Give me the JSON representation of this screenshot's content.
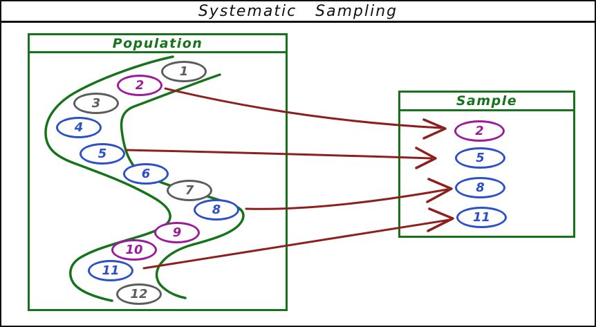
{
  "title": "Systematic Sampling",
  "colors": {
    "green": "#15731a",
    "arrow_red": "#8e1f1f",
    "blue": "#2b50c8",
    "purple": "#9b1b9b",
    "gray": "#5c5c5c",
    "black": "#111111"
  },
  "population": {
    "label": "Population",
    "items": [
      {
        "value": "1",
        "color": "gray"
      },
      {
        "value": "2",
        "color": "purple"
      },
      {
        "value": "3",
        "color": "gray"
      },
      {
        "value": "4",
        "color": "blue"
      },
      {
        "value": "5",
        "color": "blue"
      },
      {
        "value": "6",
        "color": "blue"
      },
      {
        "value": "7",
        "color": "gray"
      },
      {
        "value": "8",
        "color": "blue"
      },
      {
        "value": "9",
        "color": "purple"
      },
      {
        "value": "10",
        "color": "purple"
      },
      {
        "value": "11",
        "color": "blue"
      },
      {
        "value": "12",
        "color": "gray"
      }
    ]
  },
  "sample": {
    "label": "Sample",
    "items": [
      {
        "value": "2",
        "color": "purple"
      },
      {
        "value": "5",
        "color": "blue"
      },
      {
        "value": "8",
        "color": "blue"
      },
      {
        "value": "11",
        "color": "blue"
      }
    ]
  },
  "arrows": [
    {
      "from": "2",
      "to": "2"
    },
    {
      "from": "5",
      "to": "5"
    },
    {
      "from": "8",
      "to": "8"
    },
    {
      "from": "11",
      "to": "11"
    }
  ]
}
